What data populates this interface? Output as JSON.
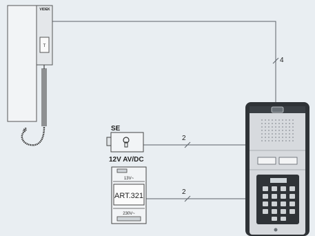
{
  "handset": {
    "brand": "VIDEK",
    "button_label": "T"
  },
  "lock": {
    "name": "SE",
    "voltage": "12V AV/DC"
  },
  "power_supply": {
    "model": "ART.321",
    "output_label": "13V~",
    "input_label": "230V~"
  },
  "wires": {
    "handset_to_panel": "4",
    "lock_to_panel": "2",
    "psu_to_panel": "2"
  },
  "colors": {
    "background": "#e9eef2",
    "line": "#5a6068",
    "panel_frame": "#2f3337",
    "panel_face": "#d7dade"
  }
}
